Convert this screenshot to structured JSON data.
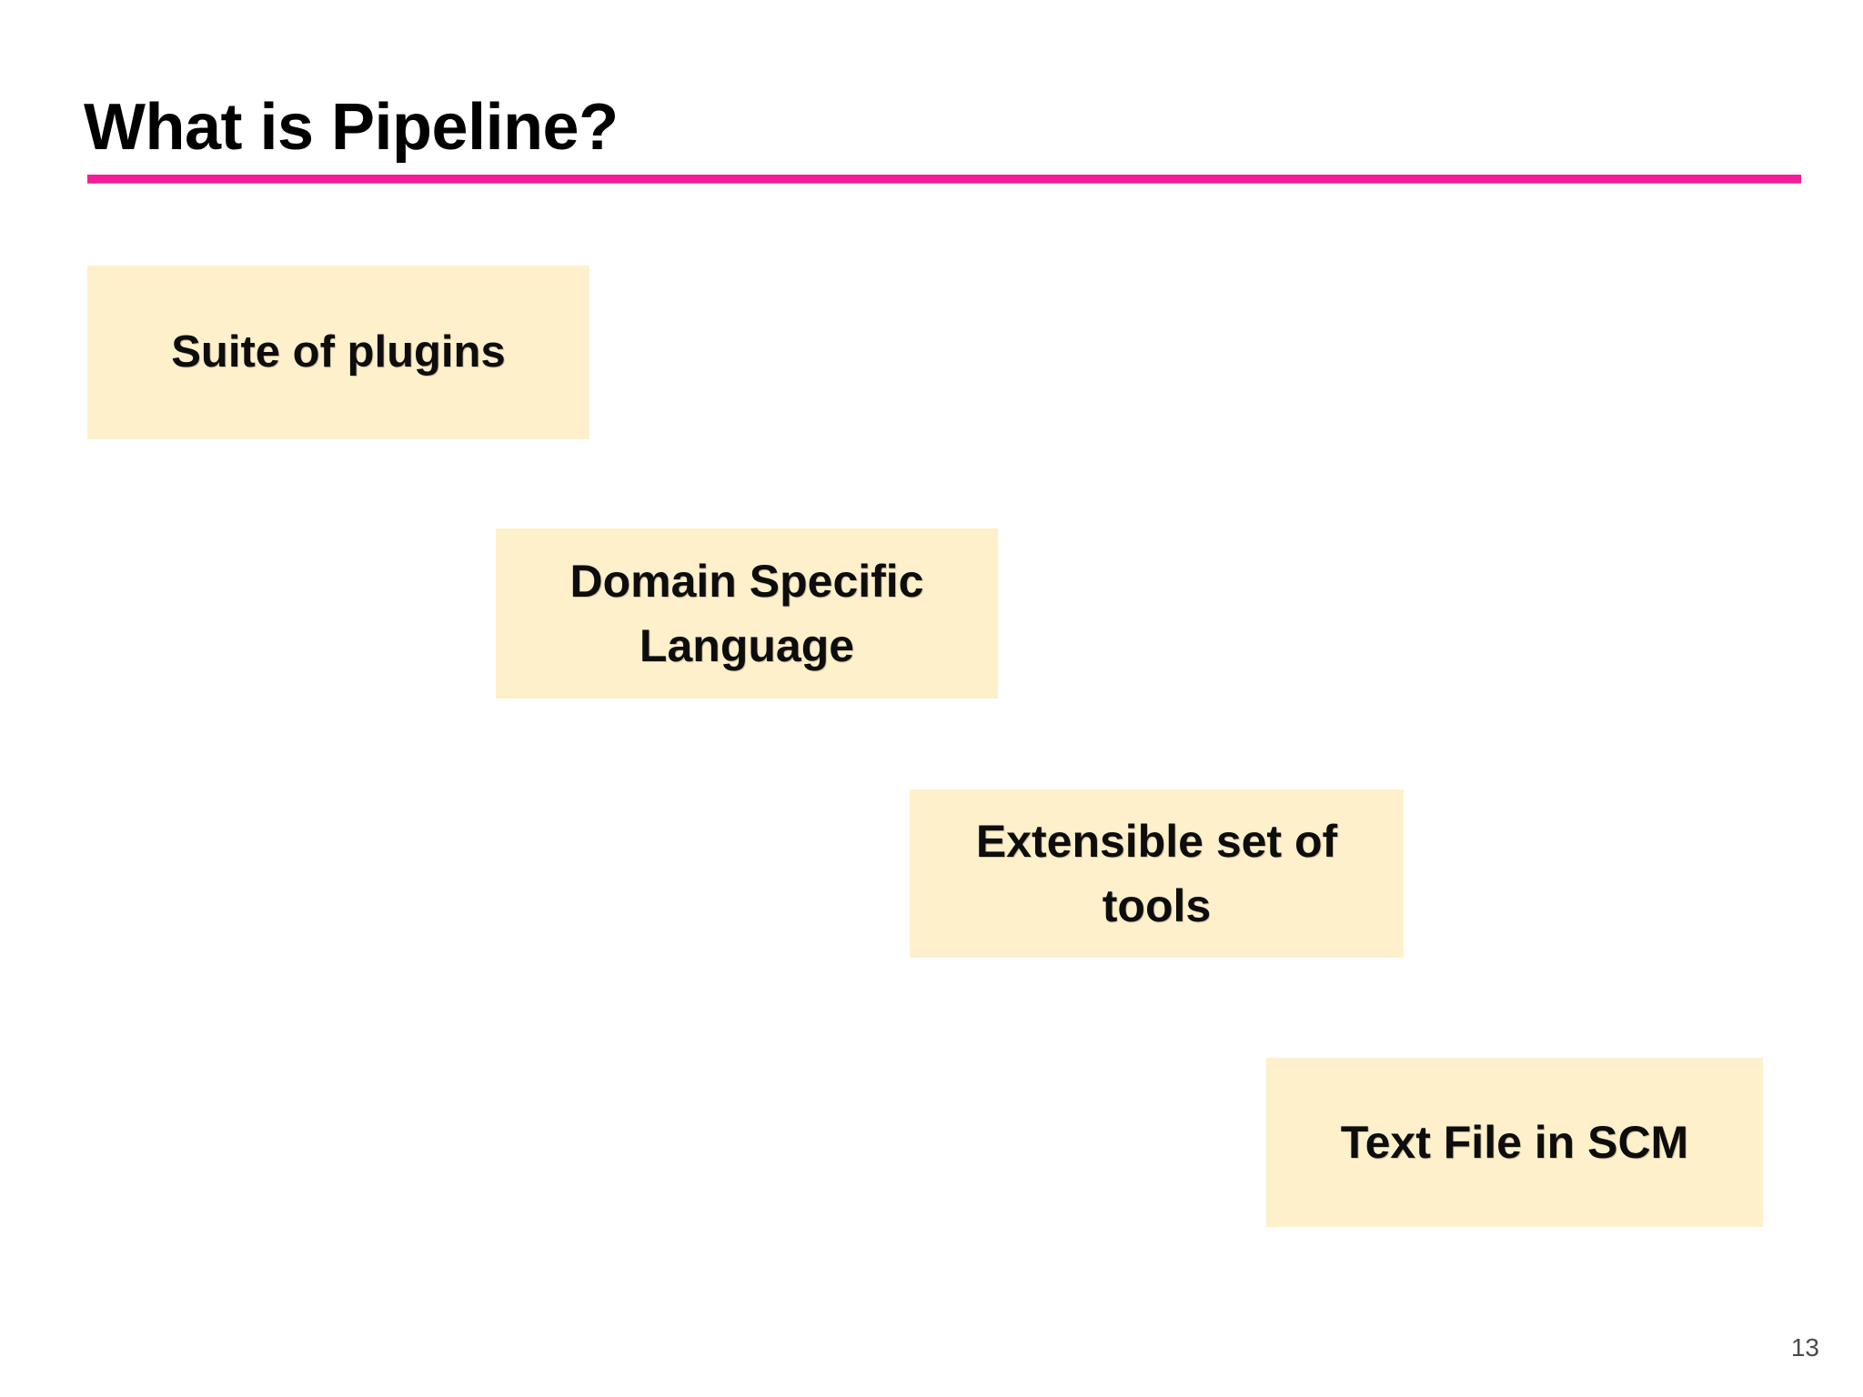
{
  "slide": {
    "title": "What is Pipeline?",
    "page_number": "13",
    "accent_color": "#F41C9B",
    "box_fill_color": "#FDF0CB",
    "background_color": "#FFFFFF",
    "text_color": "#000000"
  },
  "steps": [
    {
      "label": "Suite of plugins",
      "name": "suite-of-plugins"
    },
    {
      "label": "Domain Specific Language",
      "name": "domain-specific-language"
    },
    {
      "label": "Extensible set of tools",
      "name": "extensible-set-of-tools"
    },
    {
      "label": "Text File in SCM",
      "name": "text-file-in-scm"
    }
  ]
}
